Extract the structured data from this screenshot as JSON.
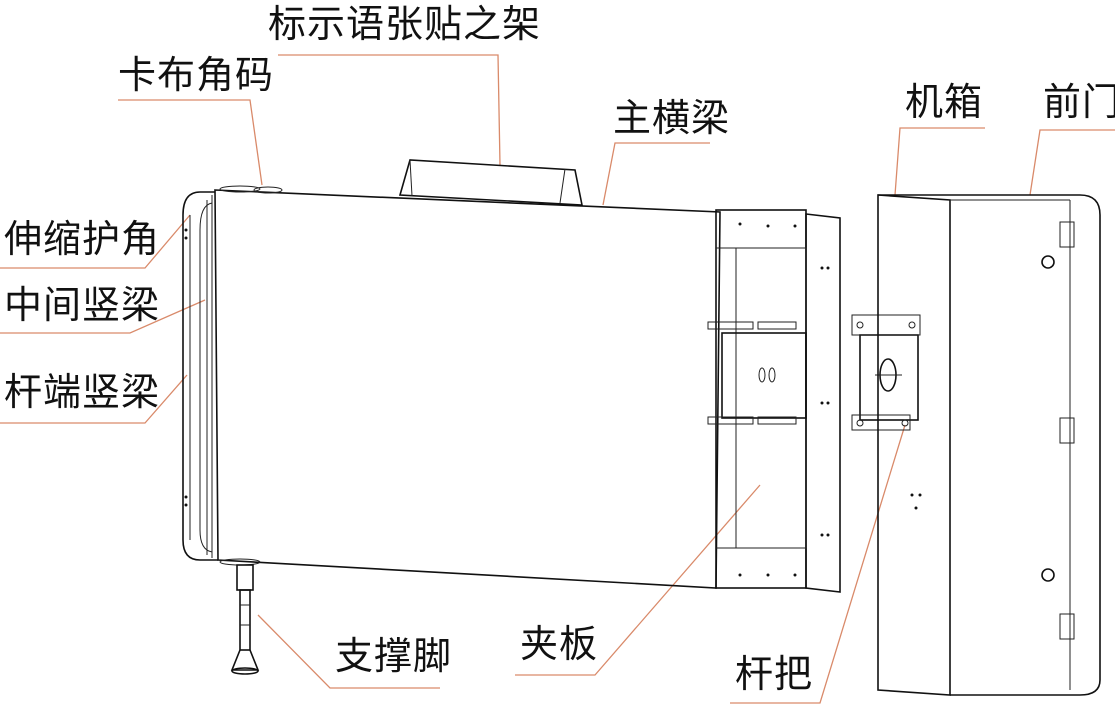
{
  "labels": {
    "sign_holder": "标示语张贴之架",
    "corner_code": "卡布角码",
    "main_beam": "主横梁",
    "cabinet": "机箱",
    "front_door": "前门",
    "telescopic_corner": "伸缩护角",
    "middle_post": "中间竖梁",
    "end_post": "杆端竖梁",
    "support_foot": "支撑脚",
    "clamp_plate": "夹板",
    "pole_handle": "杆把"
  },
  "colors": {
    "leader_line": "#d98a6a",
    "drawing_line": "#111111"
  }
}
